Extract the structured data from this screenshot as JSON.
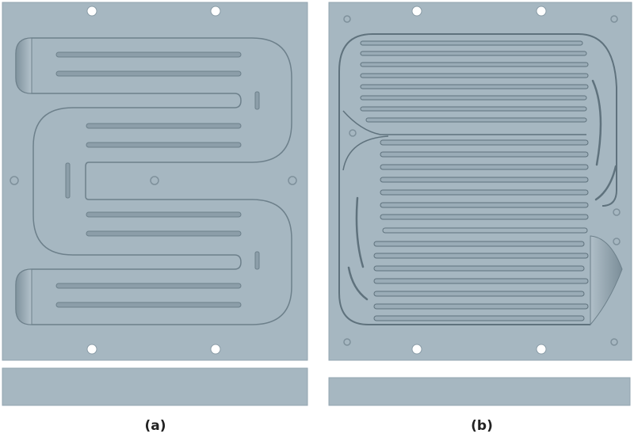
{
  "figure": {
    "panels": [
      {
        "id": "a",
        "caption": "(a)",
        "description": "Serpentine channel flow plate, top view, with side-view edge bar"
      },
      {
        "id": "b",
        "caption": "(b)",
        "description": "Parallel multi-channel flow plate with inlet/outlet manifolds, top view, with side-view edge bar"
      }
    ]
  },
  "colors": {
    "plate": "#a6b7c1",
    "channel_stroke": "#6d808b",
    "channel_dark": "#5f727d",
    "hole": "#ffffff",
    "background": "#ffffff"
  }
}
